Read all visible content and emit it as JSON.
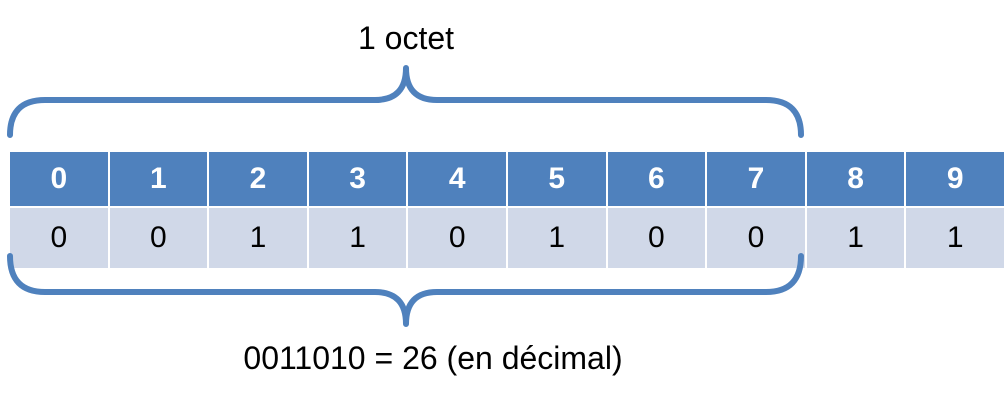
{
  "top_label": "1 octet",
  "bottom_label": "0011010 = 26 (en décimal)",
  "bit_indices": [
    "0",
    "1",
    "2",
    "3",
    "4",
    "5",
    "6",
    "7",
    "8",
    "9"
  ],
  "bit_values": [
    "0",
    "0",
    "1",
    "1",
    "0",
    "1",
    "0",
    "0",
    "1",
    "1"
  ],
  "colors": {
    "header": "#4f81bd",
    "row": "#d0d8e8",
    "brace": "#4f81bd"
  }
}
